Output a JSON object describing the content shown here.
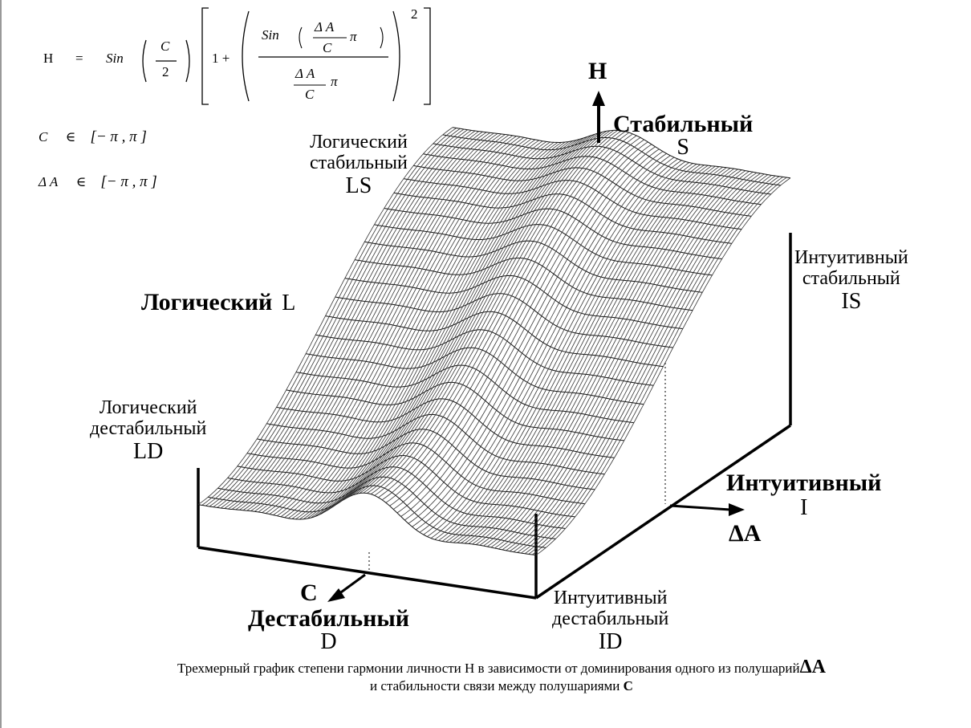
{
  "formula": {
    "lhs": "H",
    "eq": "=",
    "sin": "Sin",
    "c": "C",
    "two": "2",
    "one_plus": "1 +",
    "delta_a": "Δ A",
    "pi": "π",
    "exponent": "2"
  },
  "domains": {
    "c_line": {
      "var": "C",
      "in": "∈",
      "interval": "[− π , π ]"
    },
    "da_line": {
      "var": "Δ A",
      "in": "∈",
      "interval": "[− π , π ]"
    }
  },
  "axes": {
    "h_axis": "H",
    "c_axis": "C",
    "da_axis": "ΔA"
  },
  "poles": {
    "stable": {
      "name": "Стабильный",
      "code": "S"
    },
    "logical": {
      "name": "Логический",
      "code": "L"
    },
    "intuitive": {
      "name": "Интуитивный",
      "code": "I"
    },
    "destable": {
      "name": "Дестабильный",
      "code": "D"
    }
  },
  "corners": {
    "ls": {
      "line1": "Логический",
      "line2": "стабильный",
      "code": "LS"
    },
    "is": {
      "line1": "Интуитивный",
      "line2": "стабильный",
      "code": "IS"
    },
    "ld": {
      "line1": "Логический",
      "line2": "дестабильный",
      "code": "LD"
    },
    "id": {
      "line1": "Интуитивный",
      "line2": "дестабильный",
      "code": "ID"
    }
  },
  "caption": {
    "line1": "Трехмерный график степени гармонии личности Н в зависимости от доминирования одного из полушарий",
    "line1_symbol": "ΔA",
    "line2": "и стабильности связи между полушариями",
    "line2_symbol": "C"
  }
}
